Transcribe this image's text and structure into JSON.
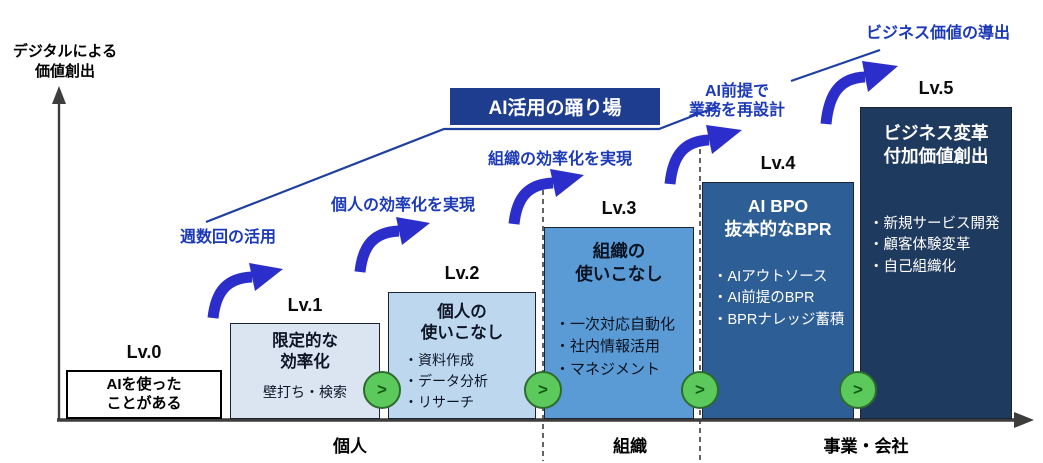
{
  "colors": {
    "accent_text": "#1c3ab8",
    "arrow": "#2c2ecb",
    "banner_bg": "#1e3d8f",
    "banner_text": "#ffffff",
    "line": "#1f3fa0",
    "axis": "#3d3d3d",
    "dash": "#222222",
    "step_bg": "#5bc95b",
    "step_border": "#2e6b2e",
    "step_text": "#145c14",
    "lv0_bg": "#ffffff",
    "lv0_text": "#000000",
    "lv1_bg": "#dbe5f1",
    "lv1_text": "#0d1526",
    "lv2_bg": "#bdd7ee",
    "lv2_text": "#0d1526",
    "lv3_bg": "#5b9bd5",
    "lv3_text": "#0a1322",
    "lv4_bg": "#2e5e96",
    "lv4_text": "#ffffff",
    "lv5_bg": "#1f3a5f",
    "lv5_text": "#ffffff"
  },
  "axis": {
    "y_label": "デジタルによる\n価値創出",
    "x_groups": [
      {
        "label": "個人"
      },
      {
        "label": "組織"
      },
      {
        "label": "事業・会社"
      }
    ]
  },
  "banner": {
    "label": "AI活用の踊り場"
  },
  "annotations": {
    "weekly_use": "週数回の活用",
    "personal_efficiency": "個人の効率化を実現",
    "org_efficiency": "組織の効率化を実現",
    "ai_redesign": "AI前提で\n業務を再設計",
    "business_value": "ビジネス価値の導出"
  },
  "step_marker": ">",
  "levels": [
    {
      "label": "Lv.0",
      "title": "AIを使った\nことがある",
      "bullets": []
    },
    {
      "label": "Lv.1",
      "title": "限定的な\n効率化",
      "subtitle": "壁打ち・検索",
      "bullets": []
    },
    {
      "label": "Lv.2",
      "title": "個人の\n使いこなし",
      "bullets": [
        "・資料作成",
        "・データ分析",
        "・リサーチ"
      ]
    },
    {
      "label": "Lv.3",
      "title": "組織の\n使いこなし",
      "bullets": [
        "・一次対応自動化",
        "・社内情報活用",
        "・マネジメント"
      ]
    },
    {
      "label": "Lv.4",
      "title": "AI BPO\n抜本的なBPR",
      "bullets": [
        "・AIアウトソース",
        "・AI前提のBPR",
        "・BPRナレッジ蓄積"
      ]
    },
    {
      "label": "Lv.5",
      "title": "ビジネス変革\n付加価値創出",
      "bullets": [
        "・新規サービス開発",
        "・顧客体験変革",
        "・自己組織化"
      ]
    }
  ]
}
